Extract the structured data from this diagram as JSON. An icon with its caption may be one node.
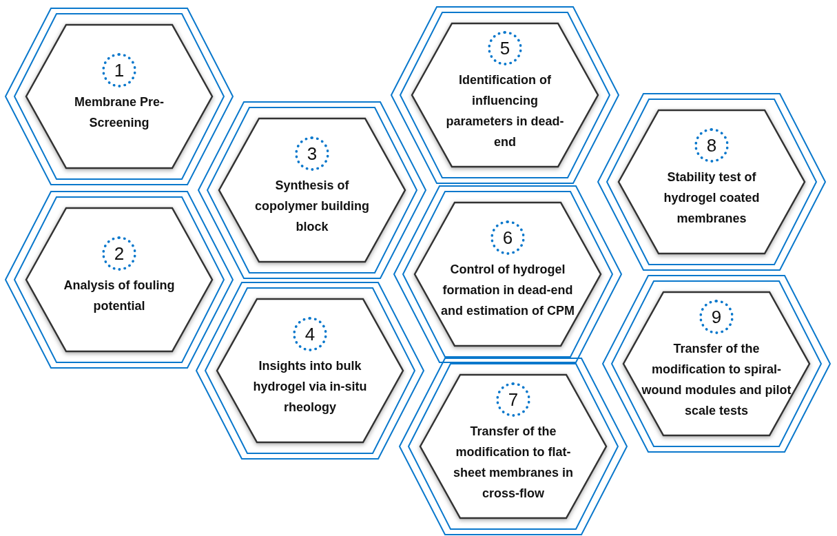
{
  "diagram": {
    "nodes": [
      {
        "text": [
          "Membrane Pre-Screening"
        ]
      },
      {
        "text": [
          "1"
        ],
        "in": 0
      },
      {
        "text": [
          "Analysis of fouling potential"
        ]
      },
      {
        "text": [
          "2"
        ],
        "in": 2
      },
      {
        "text": [
          "Synthesis of copolymer building block"
        ]
      },
      {
        "text": [
          "3"
        ],
        "in": 4
      },
      {
        "text": [
          "Insights into bulk hydrogel via in-situ rheology"
        ]
      },
      {
        "text": [
          "4"
        ],
        "in": 6
      },
      {
        "text": [
          "Identification of influencing parameters in dead-end"
        ]
      },
      {
        "text": [
          "5"
        ],
        "in": 8
      },
      {
        "text": [
          "Control of hydrogel formation in dead-end and estimation of CPM"
        ]
      },
      {
        "text": [
          "6"
        ],
        "in": 10
      },
      {
        "text": [
          "Transfer of the modification to flat-sheet membranes in cross-flow"
        ]
      },
      {
        "text": [
          "7"
        ],
        "in": 12
      },
      {
        "text": [
          "Stability test of hydrogel coated membranes"
        ]
      },
      {
        "text": [
          "8"
        ],
        "in": 14
      },
      {
        "text": [
          "Transfer of the modification to spiral-wound modules and pilot scale tests"
        ]
      },
      {
        "text": [
          "9"
        ],
        "in": 16
      }
    ]
  }
}
